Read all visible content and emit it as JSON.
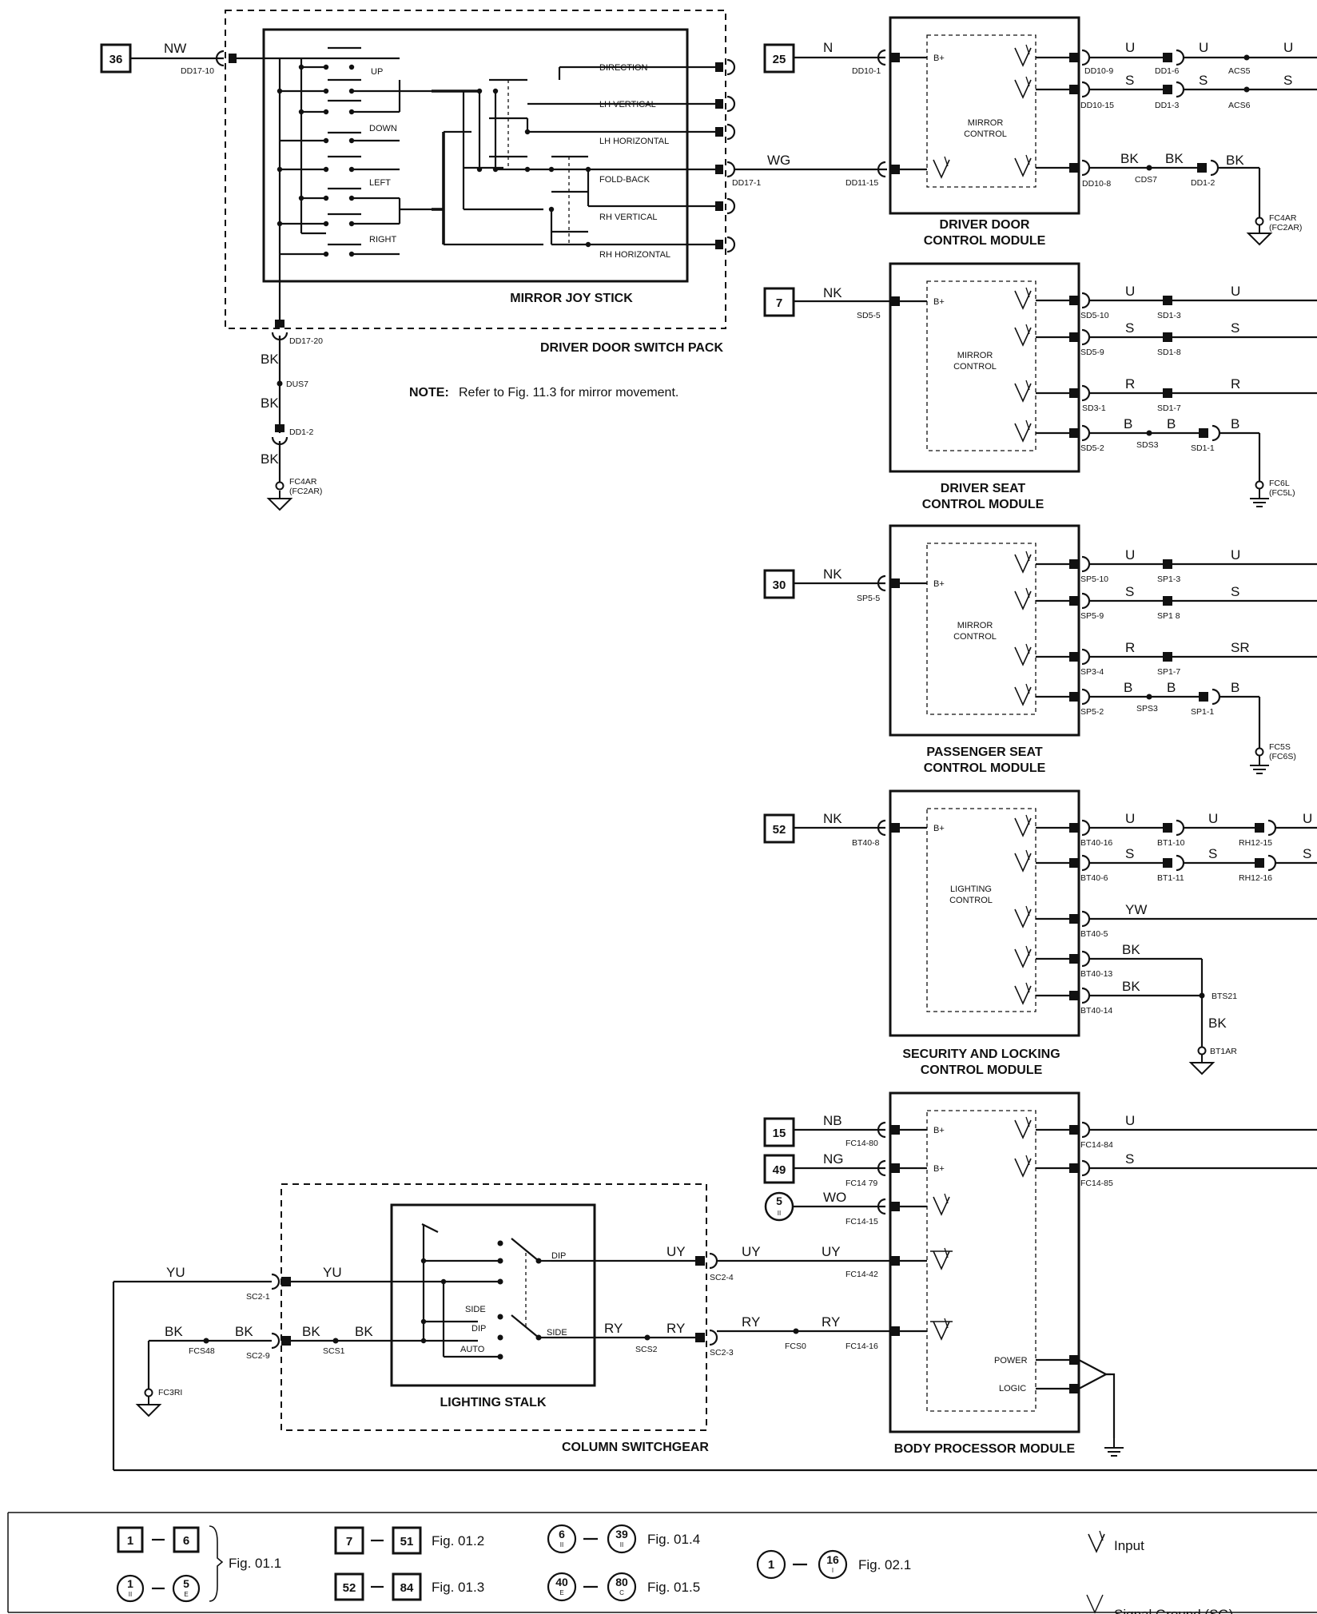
{
  "joystick": {
    "pack_name": "DRIVER DOOR SWITCH PACK",
    "name": "MIRROR JOY STICK",
    "in_ref": "36",
    "in_wire": "NW",
    "in_pin": "DD17-10",
    "switches": [
      "UP",
      "DOWN",
      "LEFT",
      "RIGHT"
    ],
    "outputs": [
      "DIRECTION",
      "LH VERTICAL",
      "LH HORIZONTAL",
      "FOLD-BACK",
      "RH VERTICAL",
      "RH HORIZONTAL"
    ],
    "out_pin": "DD17-1",
    "out_wire": "WG",
    "gnd_pin": "DD17-20",
    "gnd_wire": "BK",
    "gnd_splice": "DUS7",
    "gnd_conn": "DD1-2",
    "gnd_point": "FC4AR",
    "gnd_point2": "(FC2AR)"
  },
  "note": {
    "label": "NOTE:",
    "text": "Refer to Fig. 11.3 for mirror movement."
  },
  "modules": [
    {
      "name1": "DRIVER DOOR",
      "name2": "CONTROL MODULE",
      "inner1": "MIRROR",
      "inner2": "CONTROL",
      "feed": {
        "ref": "25",
        "wire": "N",
        "pin": "DD10-1",
        "sig": "B+"
      },
      "in_wire": "WG",
      "in_pin": "DD11-15",
      "outs": [
        {
          "pin": "DD10-9",
          "w1": "U",
          "conn": "DD1-6",
          "w2": "U",
          "splice": "ACS5",
          "w3": "U"
        },
        {
          "pin": "DD10-15",
          "w1": "S",
          "conn": "DD1-3",
          "w2": "S",
          "splice": "ACS6",
          "w3": "S"
        },
        {
          "pin": "DD10-8",
          "w1": "BK",
          "splice": "CDS7",
          "w2": "BK",
          "conn": "DD1-2",
          "w3": "BK",
          "gnd": "FC4AR",
          "gnd2": "(FC2AR)"
        }
      ]
    },
    {
      "name1": "DRIVER SEAT",
      "name2": "CONTROL MODULE",
      "inner1": "MIRROR",
      "inner2": "CONTROL",
      "feed": {
        "ref": "7",
        "wire": "NK",
        "pin": "SD5-5",
        "sig": "B+"
      },
      "outs": [
        {
          "pin": "SD5-10",
          "w1": "U",
          "conn": "SD1-3",
          "w2": "U"
        },
        {
          "pin": "SD5-9",
          "w1": "S",
          "conn": "SD1-8",
          "w2": "S"
        },
        {
          "pin": "SD3-1",
          "w1": "R",
          "conn": "SD1-7",
          "w2": "R"
        },
        {
          "pin": "SD5-2",
          "w1": "B",
          "splice": "SDS3",
          "w2": "B",
          "conn": "SD1-1",
          "w3": "B",
          "gnd": "FC6L",
          "gnd2": "(FC5L)"
        }
      ]
    },
    {
      "name1": "PASSENGER SEAT",
      "name2": "CONTROL MODULE",
      "inner1": "MIRROR",
      "inner2": "CONTROL",
      "feed": {
        "ref": "30",
        "wire": "NK",
        "pin": "SP5-5",
        "sig": "B+"
      },
      "outs": [
        {
          "pin": "SP5-10",
          "w1": "U",
          "conn": "SP1-3",
          "w2": "U"
        },
        {
          "pin": "SP5-9",
          "w1": "S",
          "conn": "SP1 8",
          "w2": "S"
        },
        {
          "pin": "SP3-4",
          "w1": "R",
          "conn": "SP1-7",
          "w2": "SR"
        },
        {
          "pin": "SP5-2",
          "w1": "B",
          "splice": "SPS3",
          "w2": "B",
          "conn": "SP1-1",
          "w3": "B",
          "gnd": "FC5S",
          "gnd2": "(FC6S)"
        }
      ]
    },
    {
      "name1": "SECURITY AND LOCKING",
      "name2": "CONTROL MODULE",
      "inner1": "LIGHTING",
      "inner2": "CONTROL",
      "feed": {
        "ref": "52",
        "wire": "NK",
        "pin": "BT40-8",
        "sig": "B+"
      },
      "outs": [
        {
          "pin": "BT40-16",
          "w1": "U",
          "conn": "BT1-10",
          "w2": "U",
          "conn2": "RH12-15",
          "w3": "U"
        },
        {
          "pin": "BT40-6",
          "w1": "S",
          "conn": "BT1-11",
          "w2": "S",
          "conn2": "RH12-16",
          "w3": "S"
        },
        {
          "pin": "BT40-5",
          "w1": "YW"
        },
        {
          "pin": "BT40-13",
          "w1": "BK"
        },
        {
          "pin": "BT40-14",
          "w1": "BK",
          "splice": "BTS21",
          "w2": "BK",
          "gnd": "BT1AR"
        }
      ]
    },
    {
      "name1": "BODY PROCESSOR MODULE",
      "feeds": [
        {
          "ref": "15",
          "wire": "NB",
          "pin": "FC14-80",
          "sig": "B+"
        },
        {
          "ref": "49",
          "wire": "NG",
          "pin": "FC14 79",
          "sig": "B+"
        },
        {
          "ref": "5",
          "sub": "II",
          "wire": "WO",
          "pin": "FC14-15"
        }
      ],
      "outs": [
        {
          "pin": "FC14-84",
          "w1": "U"
        },
        {
          "pin": "FC14-85",
          "w1": "S"
        }
      ],
      "inputs": [
        {
          "pin": "FC14-42",
          "wire": "UY"
        },
        {
          "pin": "FC14-16",
          "wire": "RY",
          "splice": "FCS0"
        }
      ],
      "power": "POWER",
      "logic": "LOGIC"
    }
  ],
  "stalk": {
    "group": "COLUMN SWITCHGEAR",
    "name": "LIGHTING STALK",
    "labels": [
      "DIP",
      "SIDE",
      "DIP",
      "AUTO",
      "SIDE"
    ],
    "yu_pin": "SC2-1",
    "yu_w1": "YU",
    "yu_w2": "YU",
    "bk_pin": "SC2-9",
    "bk_w1": "BK",
    "bk_w2": "BK",
    "bk_w3": "BK",
    "bk_w4": "BK",
    "bk_splice1": "FCS48",
    "bk_splice2": "SCS1",
    "bk_gnd": "FC3RI",
    "uy_pin": "SC2-4",
    "uy_w1": "UY",
    "uy_w2": "UY",
    "uy_w3": "UY",
    "ry_pin": "SC2-3",
    "ry_w1": "RY",
    "ry_w2": "RY",
    "ry_w3": "RY",
    "ry_w4": "RY",
    "ry_splice": "SCS2"
  },
  "legend": {
    "r1": {
      "a": "1",
      "b": "6",
      "text": "Fig. 01.1"
    },
    "r1b": {
      "a": "1",
      "asub": "II",
      "b": "5",
      "bsub": "E"
    },
    "r2": {
      "a": "7",
      "b": "51",
      "text": "Fig. 01.2"
    },
    "r3": {
      "a": "52",
      "b": "84",
      "text": "Fig. 01.3"
    },
    "r4": {
      "a": "6",
      "asub": "II",
      "b": "39",
      "bsub": "II",
      "text": "Fig. 01.4"
    },
    "r5": {
      "a": "40",
      "asub": "E",
      "b": "80",
      "bsub": "C",
      "text": "Fig. 01.5"
    },
    "r6": {
      "a": "1",
      "b": "16",
      "bsub": "I",
      "text": "Fig. 02.1"
    },
    "input": "Input",
    "sg": "Signal Ground (SG)"
  }
}
